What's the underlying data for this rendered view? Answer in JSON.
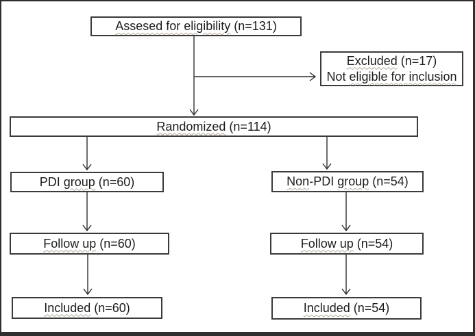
{
  "colors": {
    "frame": "#2e2e2e",
    "box_border": "#3a3a3a",
    "connector": "#2e2e2e",
    "text": "#1c1c1c",
    "squiggle": "#b3a99c",
    "background": "#ffffff"
  },
  "flow": {
    "assessed": {
      "n": 131,
      "segments": [
        {
          "text": "Assesed for eligibility",
          "wavy": true
        },
        {
          "text": " (n=131)",
          "wavy": false
        }
      ]
    },
    "excluded": {
      "n": 17,
      "lines": [
        [
          {
            "text": "Excluded",
            "wavy": true
          },
          {
            "text": " (n=17)",
            "wavy": false
          }
        ],
        [
          {
            "text": "Not ",
            "wavy": false
          },
          {
            "text": "eligible for inclusion",
            "wavy": true
          }
        ]
      ]
    },
    "randomized": {
      "n": 114,
      "segments": [
        {
          "text": "Randomized",
          "wavy": true
        },
        {
          "text": " (n=114)",
          "wavy": false
        }
      ]
    },
    "pdi_group": {
      "n": 60,
      "segments": [
        {
          "text": "PDI ",
          "wavy": false
        },
        {
          "text": "group",
          "wavy": true
        },
        {
          "text": " (n=60)",
          "wavy": false
        }
      ]
    },
    "non_pdi_group": {
      "n": 54,
      "segments": [
        {
          "text": "Non",
          "wavy": true
        },
        {
          "text": "-PDI ",
          "wavy": false
        },
        {
          "text": "group",
          "wavy": true
        },
        {
          "text": " (n=54)",
          "wavy": false
        }
      ]
    },
    "follow_up_left": {
      "n": 60,
      "segments": [
        {
          "text": "Follow up",
          "wavy": true
        },
        {
          "text": " (n=60)",
          "wavy": false
        }
      ]
    },
    "follow_up_right": {
      "n": 54,
      "segments": [
        {
          "text": "Follow up",
          "wavy": true
        },
        {
          "text": " (n=54)",
          "wavy": false
        }
      ]
    },
    "included_left": {
      "n": 60,
      "segments": [
        {
          "text": "Included",
          "wavy": true
        },
        {
          "text": " (n=60)",
          "wavy": false
        }
      ]
    },
    "included_right": {
      "n": 54,
      "segments": [
        {
          "text": "Included",
          "wavy": true
        },
        {
          "text": " (n=54)",
          "wavy": false
        }
      ]
    }
  }
}
